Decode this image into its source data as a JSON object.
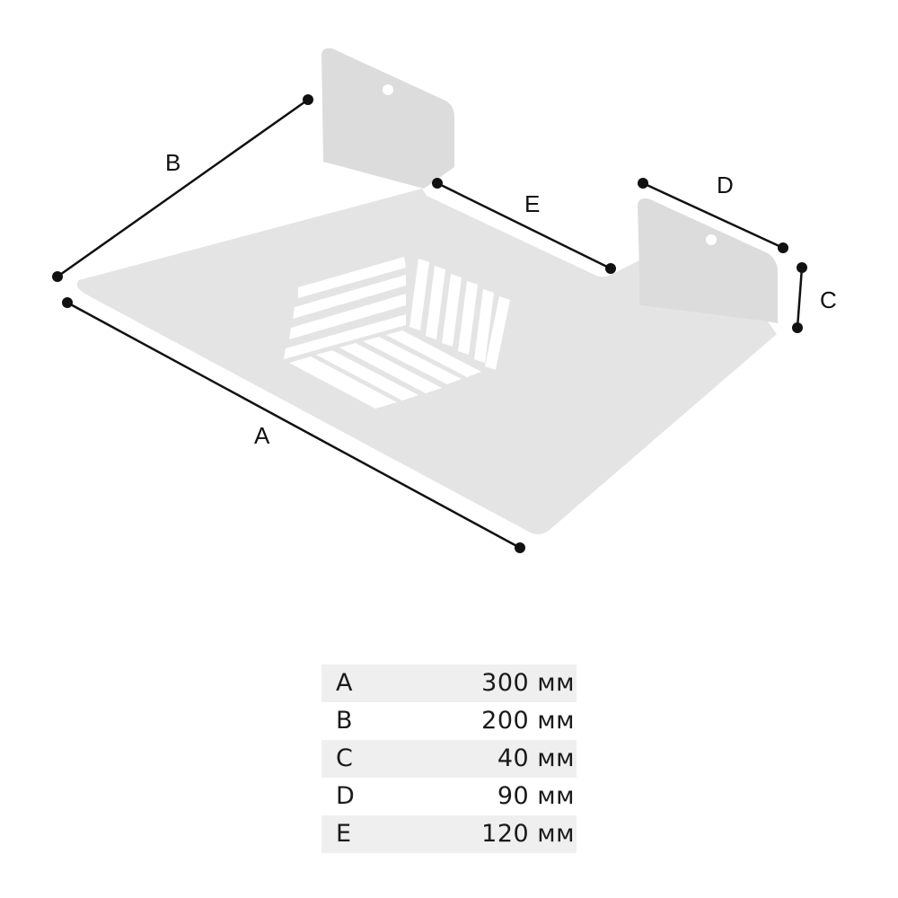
{
  "dimension_labels": {
    "a": "A",
    "b": "B",
    "c": "C",
    "d": "D",
    "e": "E"
  },
  "dimensions_table": [
    {
      "key": "A",
      "value": "300 мм"
    },
    {
      "key": "B",
      "value": "200 мм"
    },
    {
      "key": "C",
      "value": "40 мм"
    },
    {
      "key": "D",
      "value": "90 мм"
    },
    {
      "key": "E",
      "value": "120 мм"
    }
  ],
  "colors": {
    "shelf_fill": "#e4e4e4",
    "shelf_wall": "#d9d9d9",
    "line": "#111111",
    "table_stripe": "#efefef"
  }
}
